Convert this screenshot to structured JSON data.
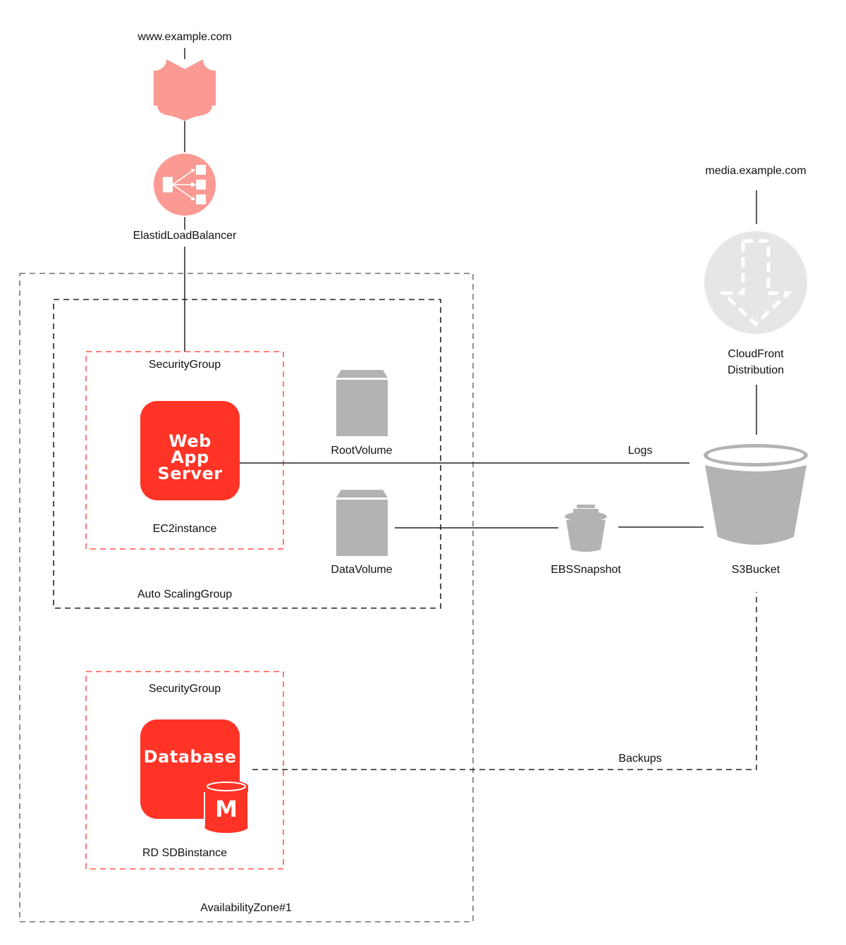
{
  "colors": {
    "accent_red": "#ff3326",
    "salmon": "#fa9a93",
    "gray_icon": "#b3b3b3",
    "light_gray": "#e6e6e6",
    "line": "#222222"
  },
  "labels": {
    "domain": "www.example.com",
    "load_balancer": "ElastidLoadBalancer",
    "security_group_top": "SecurityGroup",
    "web_app_server": "Web App Server",
    "ec2_instance": "EC2instance",
    "root_volume": "RootVolume",
    "data_volume": "DataVolume",
    "auto_scaling_group": "Auto ScalingGroup",
    "security_group_bottom": "SecurityGroup",
    "database": "Database",
    "db_badge": "M",
    "rds_instance": "RD SDBinstance",
    "availability_zone": "AvailabilityZone#1",
    "media_domain": "media.example.com",
    "cloudfront": "CloudFront Distribution",
    "s3_bucket": "S3Bucket",
    "ebs_snapshot": "EBSSnapshot",
    "logs": "Logs",
    "backups": "Backups"
  },
  "icons": {
    "domain": "shield-icon",
    "load_balancer": "load-balancer-icon",
    "cloudfront": "download-arrow-icon",
    "volume": "volume-icon",
    "snapshot": "bucket-icon",
    "s3": "bucket-icon",
    "database": "database-cylinder-icon"
  }
}
